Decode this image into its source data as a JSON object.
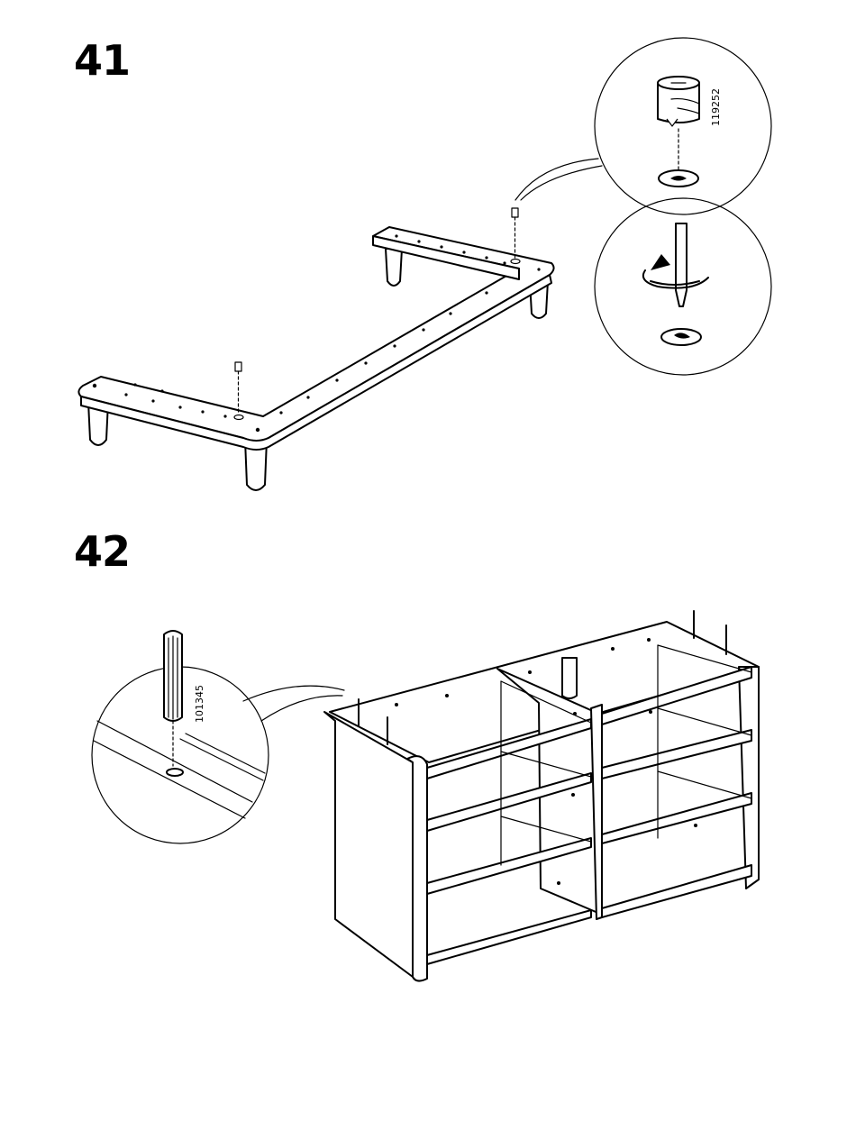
{
  "steps": [
    {
      "number": "41",
      "part_code": "119252"
    },
    {
      "number": "42",
      "part_code": "101345"
    }
  ]
}
